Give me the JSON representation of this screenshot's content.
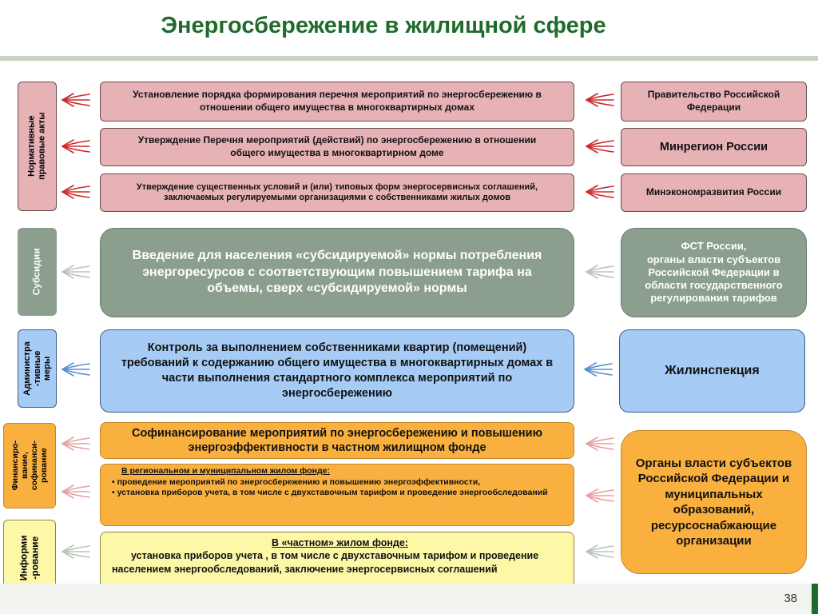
{
  "title": "Энергосбережение в жилищной сфере",
  "page_number": "38",
  "sidebars": {
    "normative": "Нормативные\nправовые акты",
    "subsidies": "Субсидии",
    "admin": "Администра\n-тивные\nмеры",
    "finance": "Финансиро-\nвание,\nсофинанси-\nрование",
    "inform": "Информи\n-рование"
  },
  "center": {
    "n1": "Установление порядка формирования перечня мероприятий по энергосбережению в отношении общего имущества в многоквартирных домах",
    "n2": "Утверждение Перечня мероприятий (действий) по энергосбережению в отношении общего имущества в многоквартирном доме",
    "n3": "Утверждение существенных условий и (или) типовых форм энергосервисных соглашений, заключаемых регулируемыми организациями с собственниками жилых домов",
    "subsidy": "Введение для населения «субсидируемой» нормы потребления энергоресурсов с соответствующим повышением тарифа на объемы, сверх «субсидируемой» нормы",
    "control": "Контроль за выполнением собственниками квартир (помещений) требований к содержанию общего имущества в многоквартирных домах в части выполнения стандартного комплекса мероприятий по энергосбережению",
    "cofin": "Софинансирование мероприятий по энергосбережению и повышению энергоэффективности в частном жилищном фонде",
    "regional_header": "В региональном и муниципальном жилом фонде:",
    "regional_item1": "проведение мероприятий по энергосбережению и повышению энергоэффективности,",
    "regional_item2": "установка приборов учета, в том числе с двухставочным тарифом и проведение энергообследований",
    "private_header": "В «частном» жилом фонде:",
    "private_text": "установка приборов учета , в том числе с двухставочным тарифом и проведение населением энергообследований, заключение энергосервисных соглашений"
  },
  "right": {
    "gov": "Правительство Российской Федерации",
    "minregion": "Минрегион России",
    "minecon": "Минэкономразвития России",
    "fst": "ФСТ России,\nорганы власти субъектов Российской Федерации в области государственного регулирования тарифов",
    "housing": "Жилинспекция",
    "authorities": "Органы власти субъектов Российской Федерации и муниципальных образований, ресурсоснабжающие организации"
  },
  "colors": {
    "title_green": "#1f6b2b",
    "pink": "#e6b2b6",
    "gray": "#8c9e8d",
    "blue": "#a6cbf5",
    "orange": "#f9b03f",
    "yellow": "#fcf8a8",
    "arrow_red": "#cc2a2a",
    "arrow_gray": "#b8c4b8",
    "arrow_blue": "#5a8fd0"
  }
}
